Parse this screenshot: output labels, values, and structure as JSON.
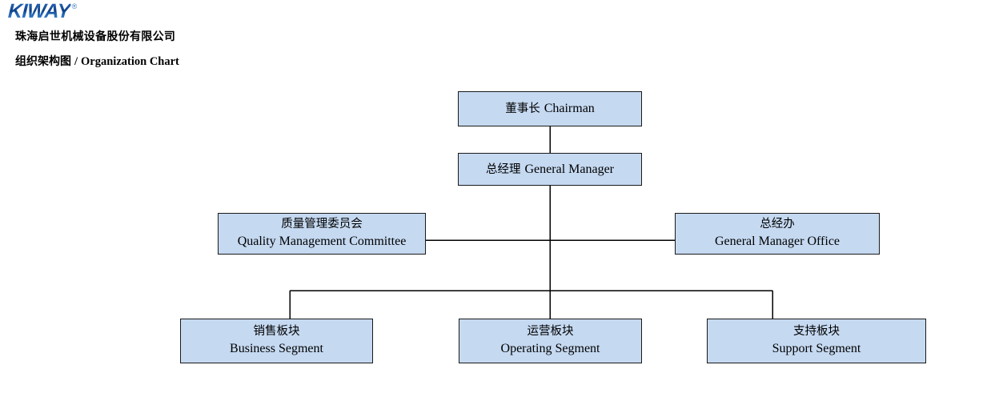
{
  "header": {
    "logo_text": "KIWAY",
    "logo_mark": "®",
    "logo_icon": "kiway-logo",
    "company_name": "珠海启世机械设备股份有限公司",
    "title_cn": "组织架构图",
    "title_separator": "/",
    "title_en": "Organization Chart"
  },
  "chart": {
    "type": "org-chart",
    "nodes": {
      "chairman": {
        "cn": "董事长",
        "en": "Chairman"
      },
      "gm": {
        "cn": "总经理",
        "en": "General Manager"
      },
      "qmc": {
        "cn": "质量管理委员会",
        "en": "Quality Management Committee"
      },
      "gmo": {
        "cn": "总经办",
        "en": "General Manager Office"
      },
      "business": {
        "cn": "销售板块",
        "en": "Business Segment"
      },
      "operating": {
        "cn": "运营板块",
        "en": "Operating Segment"
      },
      "support": {
        "cn": "支持板块",
        "en": "Support Segment"
      }
    },
    "colors": {
      "node_fill": "#c5d9f1",
      "node_border": "#1a1a1a",
      "connector": "#000000",
      "logo_blue": "#0d3f86",
      "text": "#000000"
    }
  }
}
